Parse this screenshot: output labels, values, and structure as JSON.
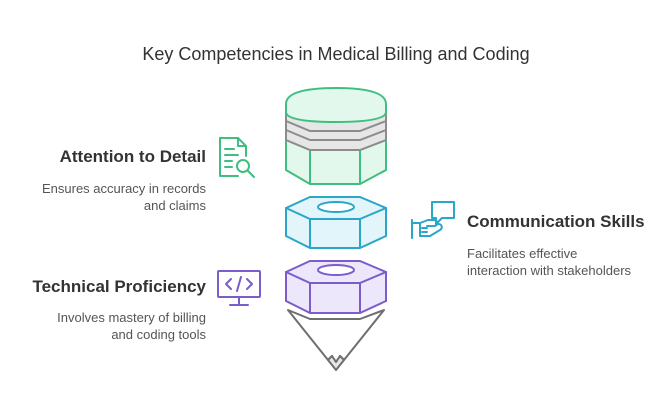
{
  "title": "Key Competencies in Medical Billing and Coding",
  "items": [
    {
      "heading": "Attention to Detail",
      "description_lines": [
        "Ensures accuracy in records",
        "and claims"
      ],
      "icon": "document-search-icon",
      "color": "#3fbf7f",
      "fill": "#e3f8ec"
    },
    {
      "heading": "Communication Skills",
      "description_lines": [
        "Facilitates effective",
        "interaction with stakeholders"
      ],
      "icon": "hand-speech-bubble-icon",
      "color": "#2aa6c8",
      "fill": "#e2f5fb"
    },
    {
      "heading": "Technical Proficiency",
      "description_lines": [
        "Involves mastery of billing",
        "and coding tools"
      ],
      "icon": "code-monitor-icon",
      "color": "#7a5ccc",
      "fill": "#ece7fa"
    }
  ],
  "colors": {
    "title_text": "#333333",
    "pencil_body": "#5c5c5c"
  }
}
